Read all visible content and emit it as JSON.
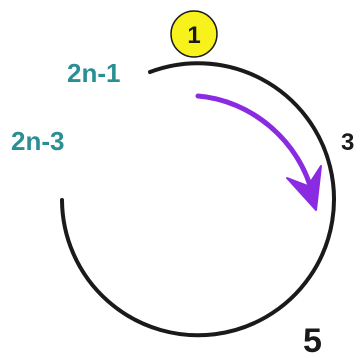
{
  "diagram": {
    "labels": {
      "top_badge": "1",
      "right_small": "3",
      "bottom": "5",
      "left_upper": "2n-1",
      "left_lower": "2n-3"
    },
    "colors": {
      "circle_stroke": "#1a1a1a",
      "arrow": "#8a2be2",
      "badge_fill": "#f7f21b",
      "badge_stroke": "#1a1a1a",
      "teal_text": "#2a8f93",
      "dark_text": "#1a1a1a"
    },
    "icons": {
      "arrow": "clockwise-arrow-icon"
    }
  }
}
